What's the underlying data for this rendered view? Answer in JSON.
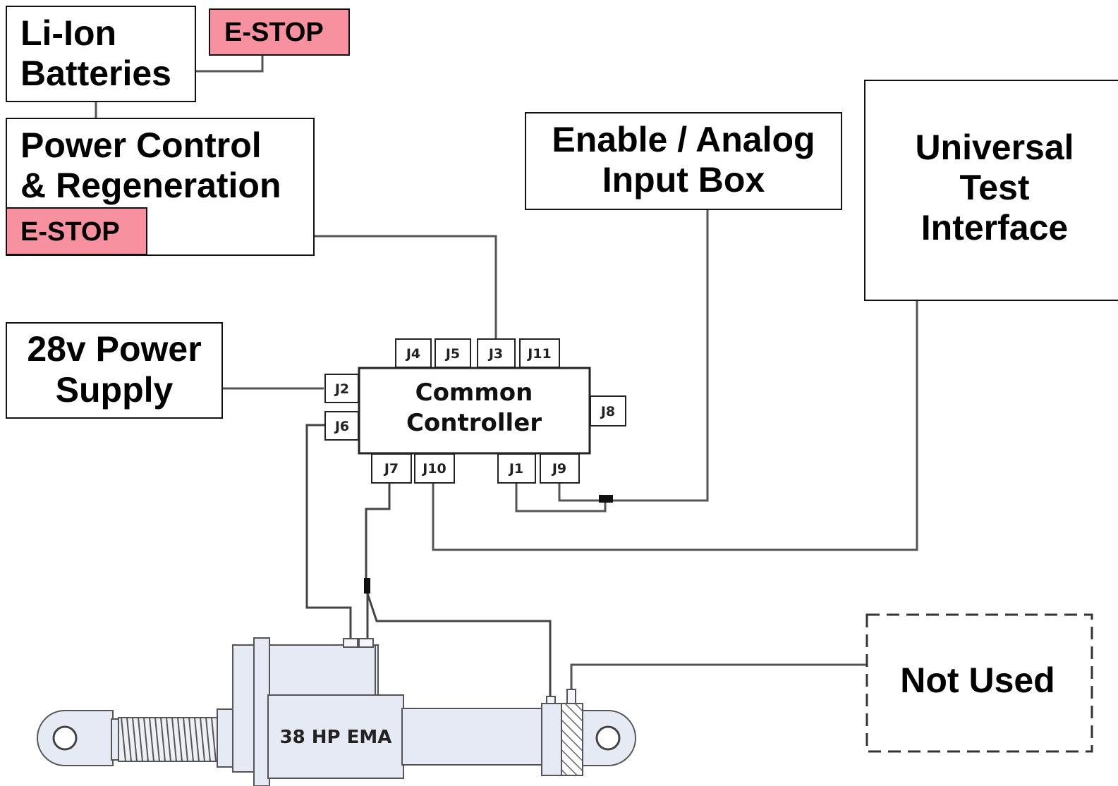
{
  "boxes": {
    "li_ion": [
      "Li-Ion",
      "Batteries"
    ],
    "power_control": [
      "Power Control",
      "& Regeneration"
    ],
    "power_supply": [
      "28v Power",
      "Supply"
    ],
    "enable_box": [
      "Enable / Analog",
      "Input Box"
    ],
    "test_interface": [
      "Universal",
      "Test",
      "Interface"
    ],
    "not_used": "Not Used"
  },
  "estop_labels": {
    "top": "E-STOP",
    "lower": "E-STOP"
  },
  "controller": {
    "title": [
      "Common",
      "Controller"
    ],
    "ports": {
      "j1": "J1",
      "j2": "J2",
      "j3": "J3",
      "j4": "J4",
      "j5": "J5",
      "j6": "J6",
      "j7": "J7",
      "j8": "J8",
      "j9": "J9",
      "j10": "J10",
      "j11": "J11"
    }
  },
  "actuator": {
    "label": "38 HP EMA"
  },
  "colors": {
    "estop_fill": "#f8919f",
    "actuator_fill": "#e6eaf5",
    "wire": "#555555"
  }
}
